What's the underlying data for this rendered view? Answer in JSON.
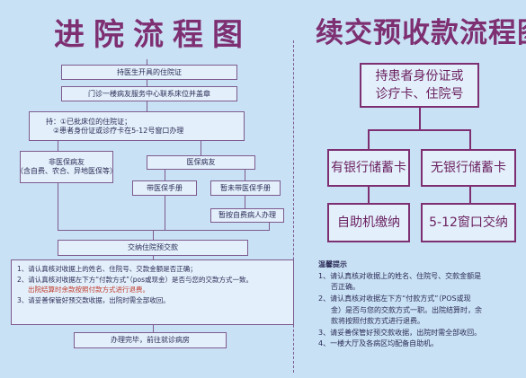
{
  "left": {
    "title": "进院流程图",
    "steps": {
      "s1": "持医生开具的住院证",
      "s2": "门诊一楼病友服务中心联系床位并盖章",
      "s3_line1": "持：①已批床位的住院证；",
      "s3_line2": "②患者身份证或诊疗卡在5-12号窗口办理",
      "nonins_line1": "非医保病友",
      "nonins_line2": "（含自费、农合、异地医保等）",
      "ins": "医保病友",
      "with_card": "带医保手册",
      "without_card": "暂未带医保手册",
      "self_pay": "暂按自费病人办理",
      "deposit": "交纳住院预交款",
      "done": "办理完毕，前往就诊病房"
    },
    "notes": {
      "n1": "1、请认真核对收据上的姓名、住院号、交款金额是否正确；",
      "n2": "2、请认真核对收据左下方“付款方式”（pos或现金）是否与您的交款方式一致。",
      "n2b": "出院结算时余款按照付款方式进行退费。",
      "n3": "3、请妥善保管好预交款收据，出院时需全部收回。"
    }
  },
  "right": {
    "title": "续交预收款流程图",
    "start_line1": "持患者身份证或",
    "start_line2": "诊疗卡、住院号",
    "has_card": "有银行储蓄卡",
    "no_card": "无银行储蓄卡",
    "self_service": "自助机缴纳",
    "window": "5-12窗口交纳",
    "notes": {
      "head": "温馨提示",
      "n1": "1、请认真核对收据上的姓名、住院号、交款金额是",
      "n1b": "否正确。",
      "n2": "2、请认真核对收据左下方“付款方式”（POS或现",
      "n2b": "金）是否与您的交款方式一职。出院结算时，余",
      "n2c": "款将按照付款方式进行退费。",
      "n3": "3、请妥善保管好预交款收据，出院时需全部收回。",
      "n4": "4、一楼大厅及各病区均配备自助机。"
    }
  },
  "colors": {
    "background": "#c9e1f4",
    "title": "#7d2f72",
    "box_fill": "#e3f0fb",
    "border": "#7d5a8f"
  }
}
